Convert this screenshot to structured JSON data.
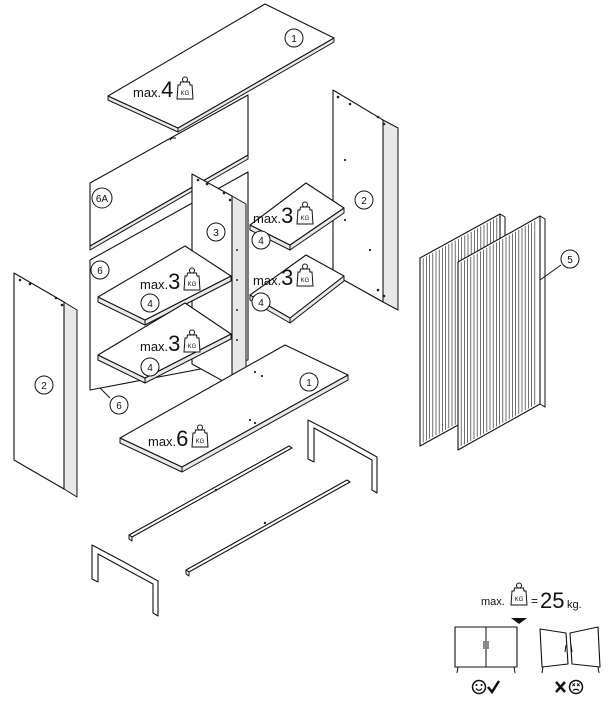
{
  "parts": {
    "p1_top": "1",
    "p1_bottom": "1",
    "p2_right": "2",
    "p2_left": "2",
    "p3": "3",
    "p4_a": "4",
    "p4_b": "4",
    "p4_c": "4",
    "p4_d": "4",
    "p5": "5",
    "p6a": "6A",
    "p6_top": "6",
    "p6_bottom": "6"
  },
  "weights": {
    "prefix": "max.",
    "top": "4",
    "shelf_center_upper": "3",
    "shelf_center_lower": "3",
    "shelf_right_upper": "3",
    "shelf_right_lower": "3",
    "bottom": "6",
    "kg_icon_label": "KG"
  },
  "total": {
    "prefix": "max.",
    "equals": "=",
    "value": "25",
    "unit": "kg."
  },
  "icons": {
    "weight": "kg-weight-icon",
    "arrow": "arrow-down-icon",
    "ok": "smiley-check-icon",
    "bad": "cross-sad-icon"
  }
}
